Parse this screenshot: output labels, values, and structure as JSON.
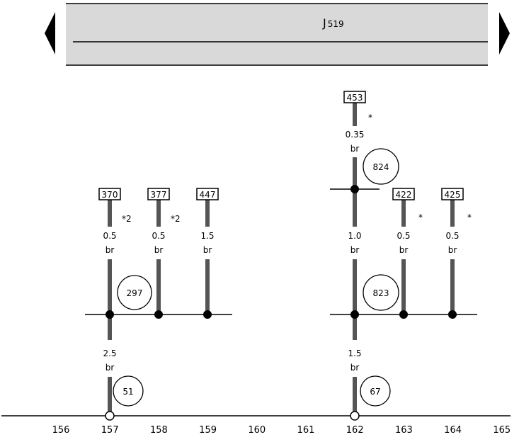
{
  "header": {
    "title_letter": "J",
    "title_number": "519"
  },
  "components": {
    "c370": "370",
    "c377": "377",
    "c447": "447",
    "c453": "453",
    "c422": "422",
    "c425": "425"
  },
  "wires": {
    "w370_size": "0.5",
    "w370_color": "br",
    "w377_size": "0.5",
    "w377_color": "br",
    "w447_size": "1.5",
    "w447_color": "br",
    "w157_size": "2.5",
    "w157_color": "br",
    "w453_size": "0.35",
    "w453_color": "br",
    "w162_mid_size": "1.0",
    "w162_mid_color": "br",
    "w422_size": "0.5",
    "w422_color": "br",
    "w425_size": "0.5",
    "w425_color": "br",
    "w162_low_size": "1.5",
    "w162_low_color": "br"
  },
  "notes": {
    "n370": "*2",
    "n377": "*2",
    "n453": "*",
    "n422": "*",
    "n425": "*"
  },
  "connectors": {
    "g297": "297",
    "g51": "51",
    "g824": "824",
    "g823": "823",
    "g67": "67"
  },
  "track_numbers": [
    "156",
    "157",
    "158",
    "159",
    "160",
    "161",
    "162",
    "163",
    "164",
    "165"
  ],
  "colors": {
    "header_fill": "#d9d9d9",
    "wire": "#555555",
    "line": "#000000"
  }
}
